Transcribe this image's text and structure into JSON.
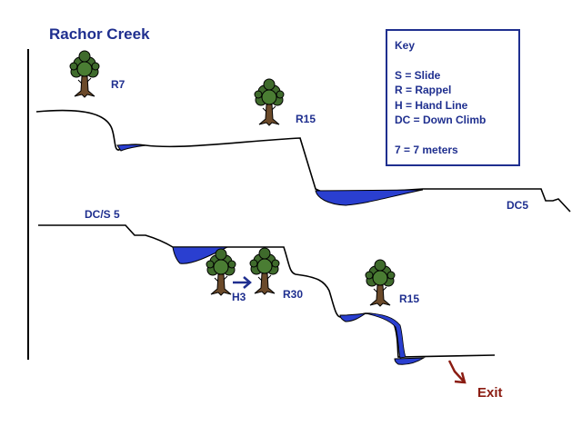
{
  "title": "Rachor Creek",
  "key": {
    "heading": "Key",
    "entries": [
      "S = Slide",
      "R = Rappel",
      "H = Hand Line",
      "DC = Down Climb"
    ],
    "scale_note": "7 = 7 meters"
  },
  "labels": {
    "r7": "R7",
    "r15_top": "R15",
    "dc5": "DC5",
    "dcs5": "DC/S 5",
    "h3": "H3",
    "r30": "R30",
    "r15_bottom": "R15",
    "exit": "Exit"
  },
  "colors": {
    "title_blue": "#1f2f8f",
    "water_blue": "#2a3fd0",
    "exit_red": "#8b1c12",
    "tree_green": "#3f6b2c",
    "trunk_brown": "#6b4a2a"
  },
  "icons": [
    "tree-icon",
    "arrow-right-icon",
    "arrow-down-right-icon"
  ]
}
